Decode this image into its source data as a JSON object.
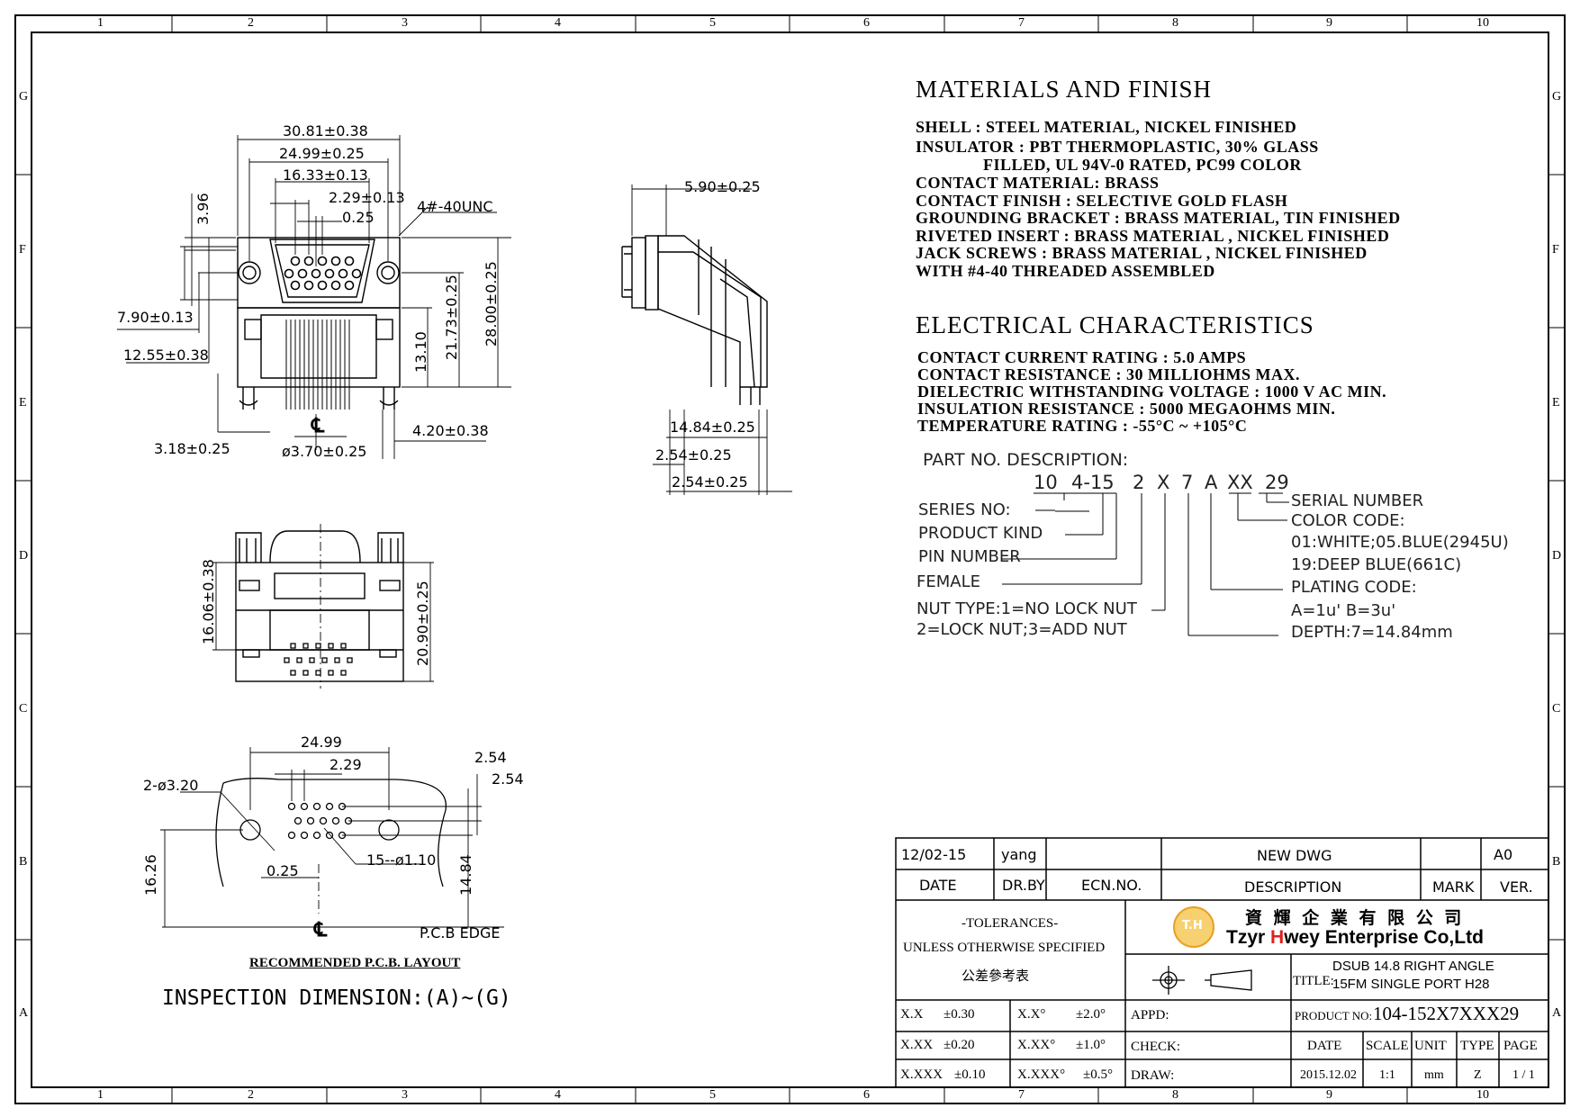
{
  "zones": {
    "columns": [
      "1",
      "2",
      "3",
      "4",
      "5",
      "6",
      "7",
      "8",
      "9",
      "10"
    ],
    "rows": [
      "G",
      "F",
      "E",
      "D",
      "C",
      "B",
      "A"
    ]
  },
  "materials": {
    "heading": "MATERIALS  AND  FINISH",
    "lines": [
      "SHELL : STEEL MATERIAL, NICKEL FINISHED",
      "INSULATOR : PBT THERMOPLASTIC, 30% GLASS",
      "FILLED, UL 94V-0 RATED, PC99 COLOR",
      "CONTACT MATERIAL: BRASS",
      "CONTACT FINISH : SELECTIVE GOLD FLASH",
      "GROUNDING BRACKET : BRASS MATERIAL, TIN FINISHED",
      "RIVETED INSERT : BRASS MATERIAL , NICKEL FINISHED",
      "JACK SCREWS : BRASS MATERIAL , NICKEL FINISHED",
      "WITH #4-40 THREADED ASSEMBLED"
    ]
  },
  "electrical": {
    "heading": "ELECTRICAL  CHARACTERISTICS",
    "lines": [
      "CONTACT CURRENT RATING : 5.0 AMPS",
      "CONTACT RESISTANCE : 30 MILLIOHMS MAX.",
      "DIELECTRIC WITHSTANDING VOLTAGE : 1000 V AC MIN.",
      "INSULATION RESISTANCE : 5000 MEGAOHMS MIN.",
      "TEMPERATURE RATING : -55°C ~ +105°C"
    ]
  },
  "part_no": {
    "heading": "PART  NO.  DESCRIPTION:",
    "code": [
      "10",
      "4-15",
      "2",
      "X",
      "7",
      "A",
      "XX",
      "29"
    ],
    "left_labels": [
      "SERIES NO:",
      "PRODUCT KIND",
      "PIN NUMBER",
      "FEMALE",
      "NUT TYPE:1=NO LOCK NUT",
      "2=LOCK NUT;3=ADD NUT"
    ],
    "right_labels": [
      "SERIAL NUMBER",
      "COLOR CODE:",
      "01:WHITE;05.BLUE(2945U)",
      "19:DEEP BLUE(661C)",
      "PLATING CODE:",
      "A=1u' B=3u'",
      "DEPTH:7=14.84mm"
    ]
  },
  "front_view_dims": {
    "w_overall": "30.81±0.38",
    "w_screws": "24.99±0.25",
    "w_shell": "16.33±0.13",
    "pitch": "2.29±0.13",
    "offset": "0.25",
    "h_top": "3.96",
    "thread": "4#-40UNC",
    "h_shell": "7.90±0.13",
    "h_flange": "12.55±0.38",
    "h_body": "13.10",
    "h_center": "21.73±0.25",
    "h_overall": "28.00±0.25",
    "pin_len": "3.18±0.25",
    "boss_dia": "ø3.70±0.25",
    "boss_off": "4.20±0.38",
    "centerline": "℄"
  },
  "side_view_dims": {
    "depth_shell": "5.90±0.25",
    "depth": "14.84±0.25",
    "row1": "2.54±0.25",
    "row2": "2.54±0.25"
  },
  "bottom_view_dims": {
    "height_a": "16.06±0.38",
    "height_b": "20.90±0.25"
  },
  "pcb_layout": {
    "w_holes": "24.99",
    "pitch": "2.29",
    "row_pitch1": "2.54",
    "row_pitch2": "2.54",
    "mount_holes": "2-ø3.20",
    "pin_holes": "15--ø1.10",
    "offset": "0.25",
    "depth_a": "16.26",
    "depth_b": "14.84",
    "edge": "P.C.B  EDGE",
    "centerline": "℄",
    "caption": "RECOMMENDED P.C.B. LAYOUT"
  },
  "inspection": "INSPECTION  DIMENSION:(A)~(G)",
  "title_block": {
    "rev_date": "12/02-15",
    "rev_by": "yang",
    "rev_desc": "NEW  DWG",
    "rev_ver": "A0",
    "hdr_date": "DATE",
    "hdr_drby": "DR.BY",
    "hdr_ecn": "ECN.NO.",
    "hdr_desc": "DESCRIPTION",
    "hdr_mark": "MARK",
    "hdr_ver": "VER.",
    "tol_title": "-TOLERANCES-",
    "tol_sub": "UNLESS OTHERWISE SPECIFIED",
    "tol_cn": "公差參考表",
    "company_cn": "資 輝 企 業 有 限 公 司",
    "company_en_1": "Tzyr ",
    "company_en_2": "H",
    "company_en_3": "wey Enterprise Co,Ltd",
    "logo_text": "T.H",
    "title_label": "TITLE:",
    "title_line1": "DSUB 14.8 RIGHT ANGLE",
    "title_line2": "15FM  SINGLE PORT H28",
    "tol_rows": [
      {
        "a": "X.X",
        "b": "±0.30",
        "c": "X.X°",
        "d": "±2.0°"
      },
      {
        "a": "X.XX",
        "b": "±0.20",
        "c": "X.XX°",
        "d": "±1.0°"
      },
      {
        "a": "X.XXX",
        "b": "±0.10",
        "c": "X.XXX°",
        "d": "±0.5°"
      }
    ],
    "appd": "APPD:",
    "check": "CHECK:",
    "draw": "DRAW:",
    "product_no_label": "PRODUCT NO:",
    "product_no": "104-152X7XXX29",
    "col_date": "DATE",
    "col_scale": "SCALE",
    "col_unit": "UNIT",
    "col_type": "TYPE",
    "col_page": "PAGE",
    "val_date": "2015.12.02",
    "val_scale": "1:1",
    "val_unit": "mm",
    "val_type": "Z",
    "val_page": "1 / 1",
    "brand_color": "#e8a020",
    "brand_red": "#e02020"
  }
}
